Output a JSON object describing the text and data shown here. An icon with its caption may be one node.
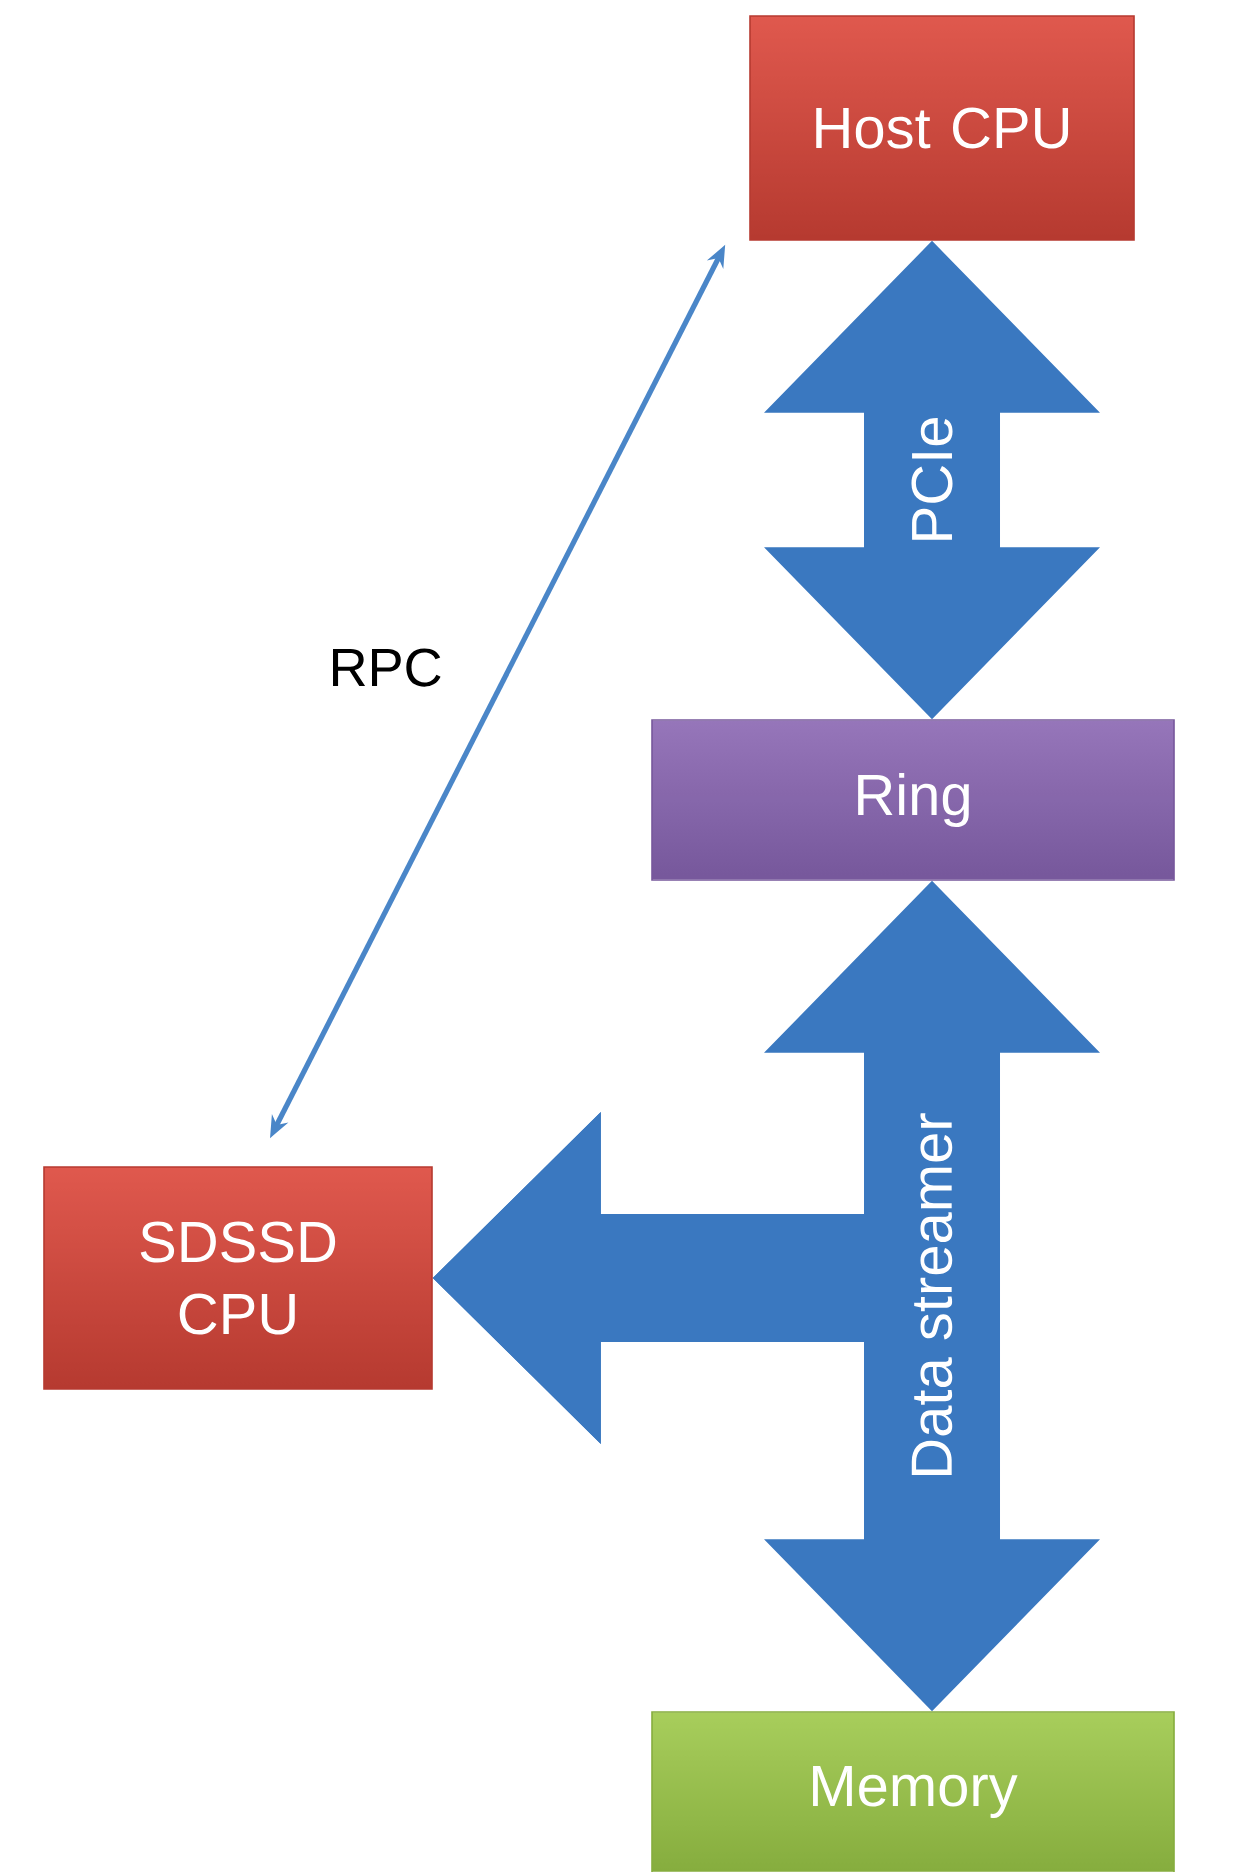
{
  "diagram": {
    "nodes": [
      {
        "text": [
          "Host CPU"
        ]
      },
      {
        "text": [
          "Ring"
        ]
      },
      {
        "text": [
          "SDSSD CPU"
        ]
      },
      {
        "text": [
          "Memory"
        ]
      }
    ],
    "edges": [
      {
        "from": 0,
        "to": 2,
        "arrow": "both",
        "label": "RPC"
      },
      {
        "from": 0,
        "to": 1,
        "arrow": "both",
        "label": "PCIe",
        "style": "thick"
      },
      {
        "from": 1,
        "to": 3,
        "arrow": "both",
        "label": "Data streamer",
        "style": "thick"
      },
      {
        "from": 1,
        "to": 2,
        "arrow": "to",
        "style": "thick"
      },
      {
        "from": 3,
        "to": 2,
        "arrow": "to",
        "style": "thick"
      }
    ]
  }
}
